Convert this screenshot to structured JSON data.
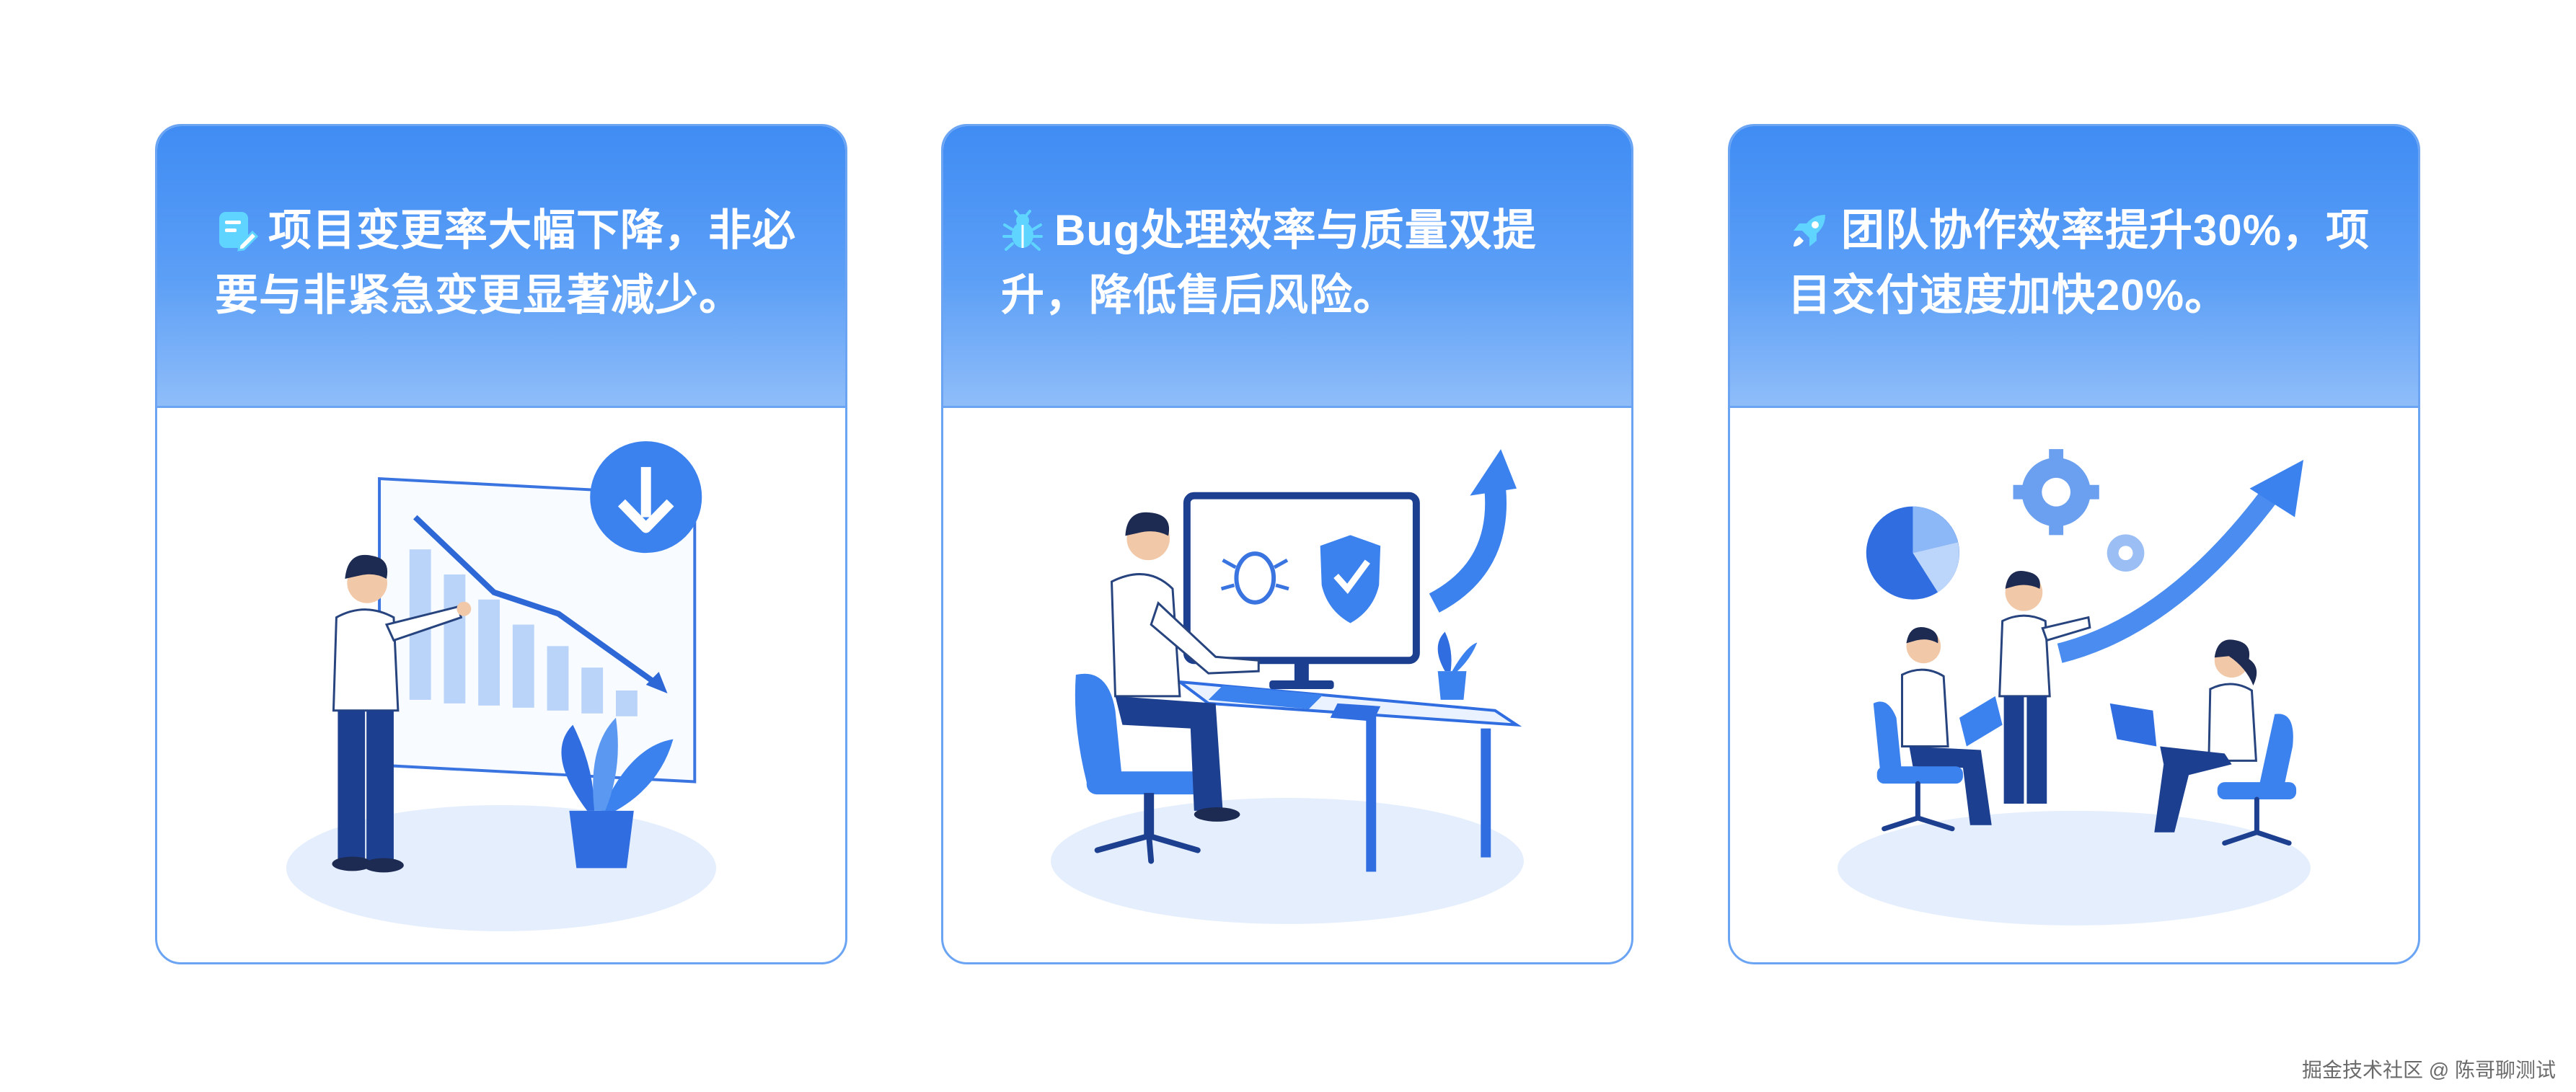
{
  "cards": [
    {
      "icon": "document-edit-icon",
      "text": "项目变更率大幅下降，非必要与非紧急变更显著减少。",
      "illustration": "presenter-declining-chart-illustration"
    },
    {
      "icon": "bug-icon",
      "text": "Bug处理效率与质量双提升，降低售后风险。",
      "illustration": "developer-desk-bug-shield-illustration"
    },
    {
      "icon": "rocket-icon",
      "text": "团队协作效率提升30%，项目交付速度加快20%。",
      "illustration": "team-collaboration-growth-illustration"
    }
  ],
  "watermark": "掘金技术社区 @ 陈哥聊测试",
  "colors": {
    "primary": "#3f8cf4",
    "dark": "#1d3f8f",
    "light": "#cfe1fb",
    "border": "#6aa4f3"
  }
}
